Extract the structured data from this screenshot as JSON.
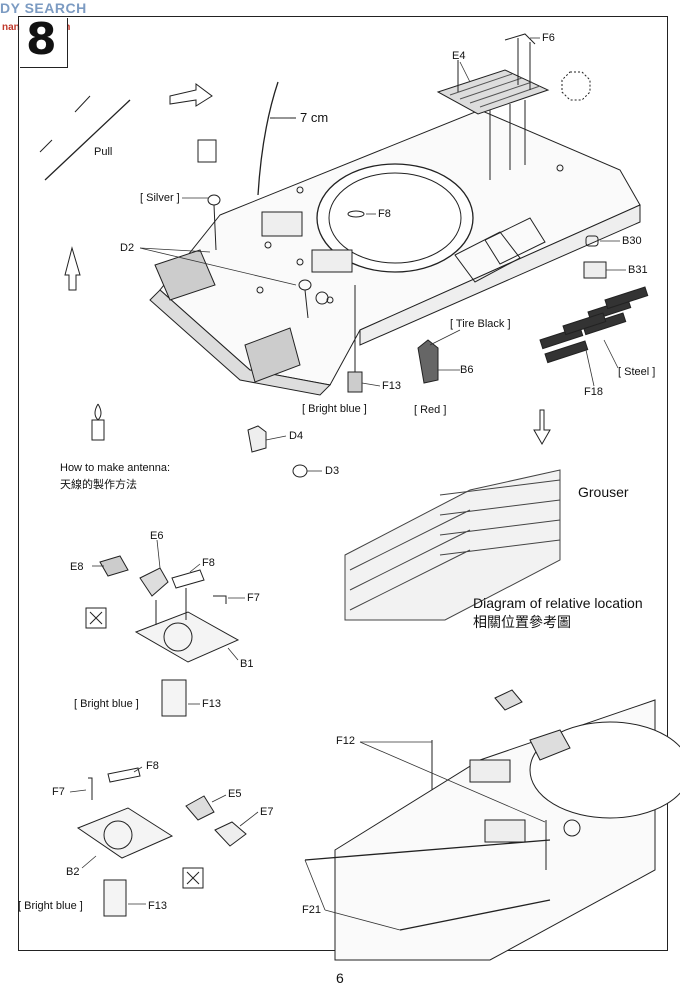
{
  "watermark": {
    "text": "DY SEARCH",
    "sub": "nan-shou.com"
  },
  "step_number": "8",
  "page_number": "6",
  "labels": {
    "f6": "F6",
    "e4": "E4",
    "seven_cm": "7 cm",
    "pull": "Pull",
    "silver": "[ Silver ]",
    "f8_top": "F8",
    "d2": "D2",
    "b30": "B30",
    "b31": "B31",
    "tire_black": "[ Tire Black ]",
    "b6": "B6",
    "red": "[ Red ]",
    "steel": "[ Steel ]",
    "f18": "F18",
    "f13_top": "F13",
    "bright_blue_top": "[ Bright blue ]",
    "d4": "D4",
    "d3": "D3",
    "how_to_en": "How to make antenna:",
    "how_to_zh": "天線的製作方法",
    "grouser": "Grouser",
    "diagram_en": "Diagram of relative location",
    "diagram_zh": "相關位置參考圖",
    "e6": "E6",
    "e8": "E8",
    "f8_mid": "F8",
    "f7_mid": "F7",
    "b1": "B1",
    "bright_blue_mid": "[ Bright blue ]",
    "f13_mid": "F13",
    "f8_low": "F8",
    "f7_low": "F7",
    "e5": "E5",
    "e7": "E7",
    "b2": "B2",
    "bright_blue_low": "[ Bright blue ]",
    "f13_low": "F13",
    "f12": "F12",
    "f21": "F21"
  }
}
